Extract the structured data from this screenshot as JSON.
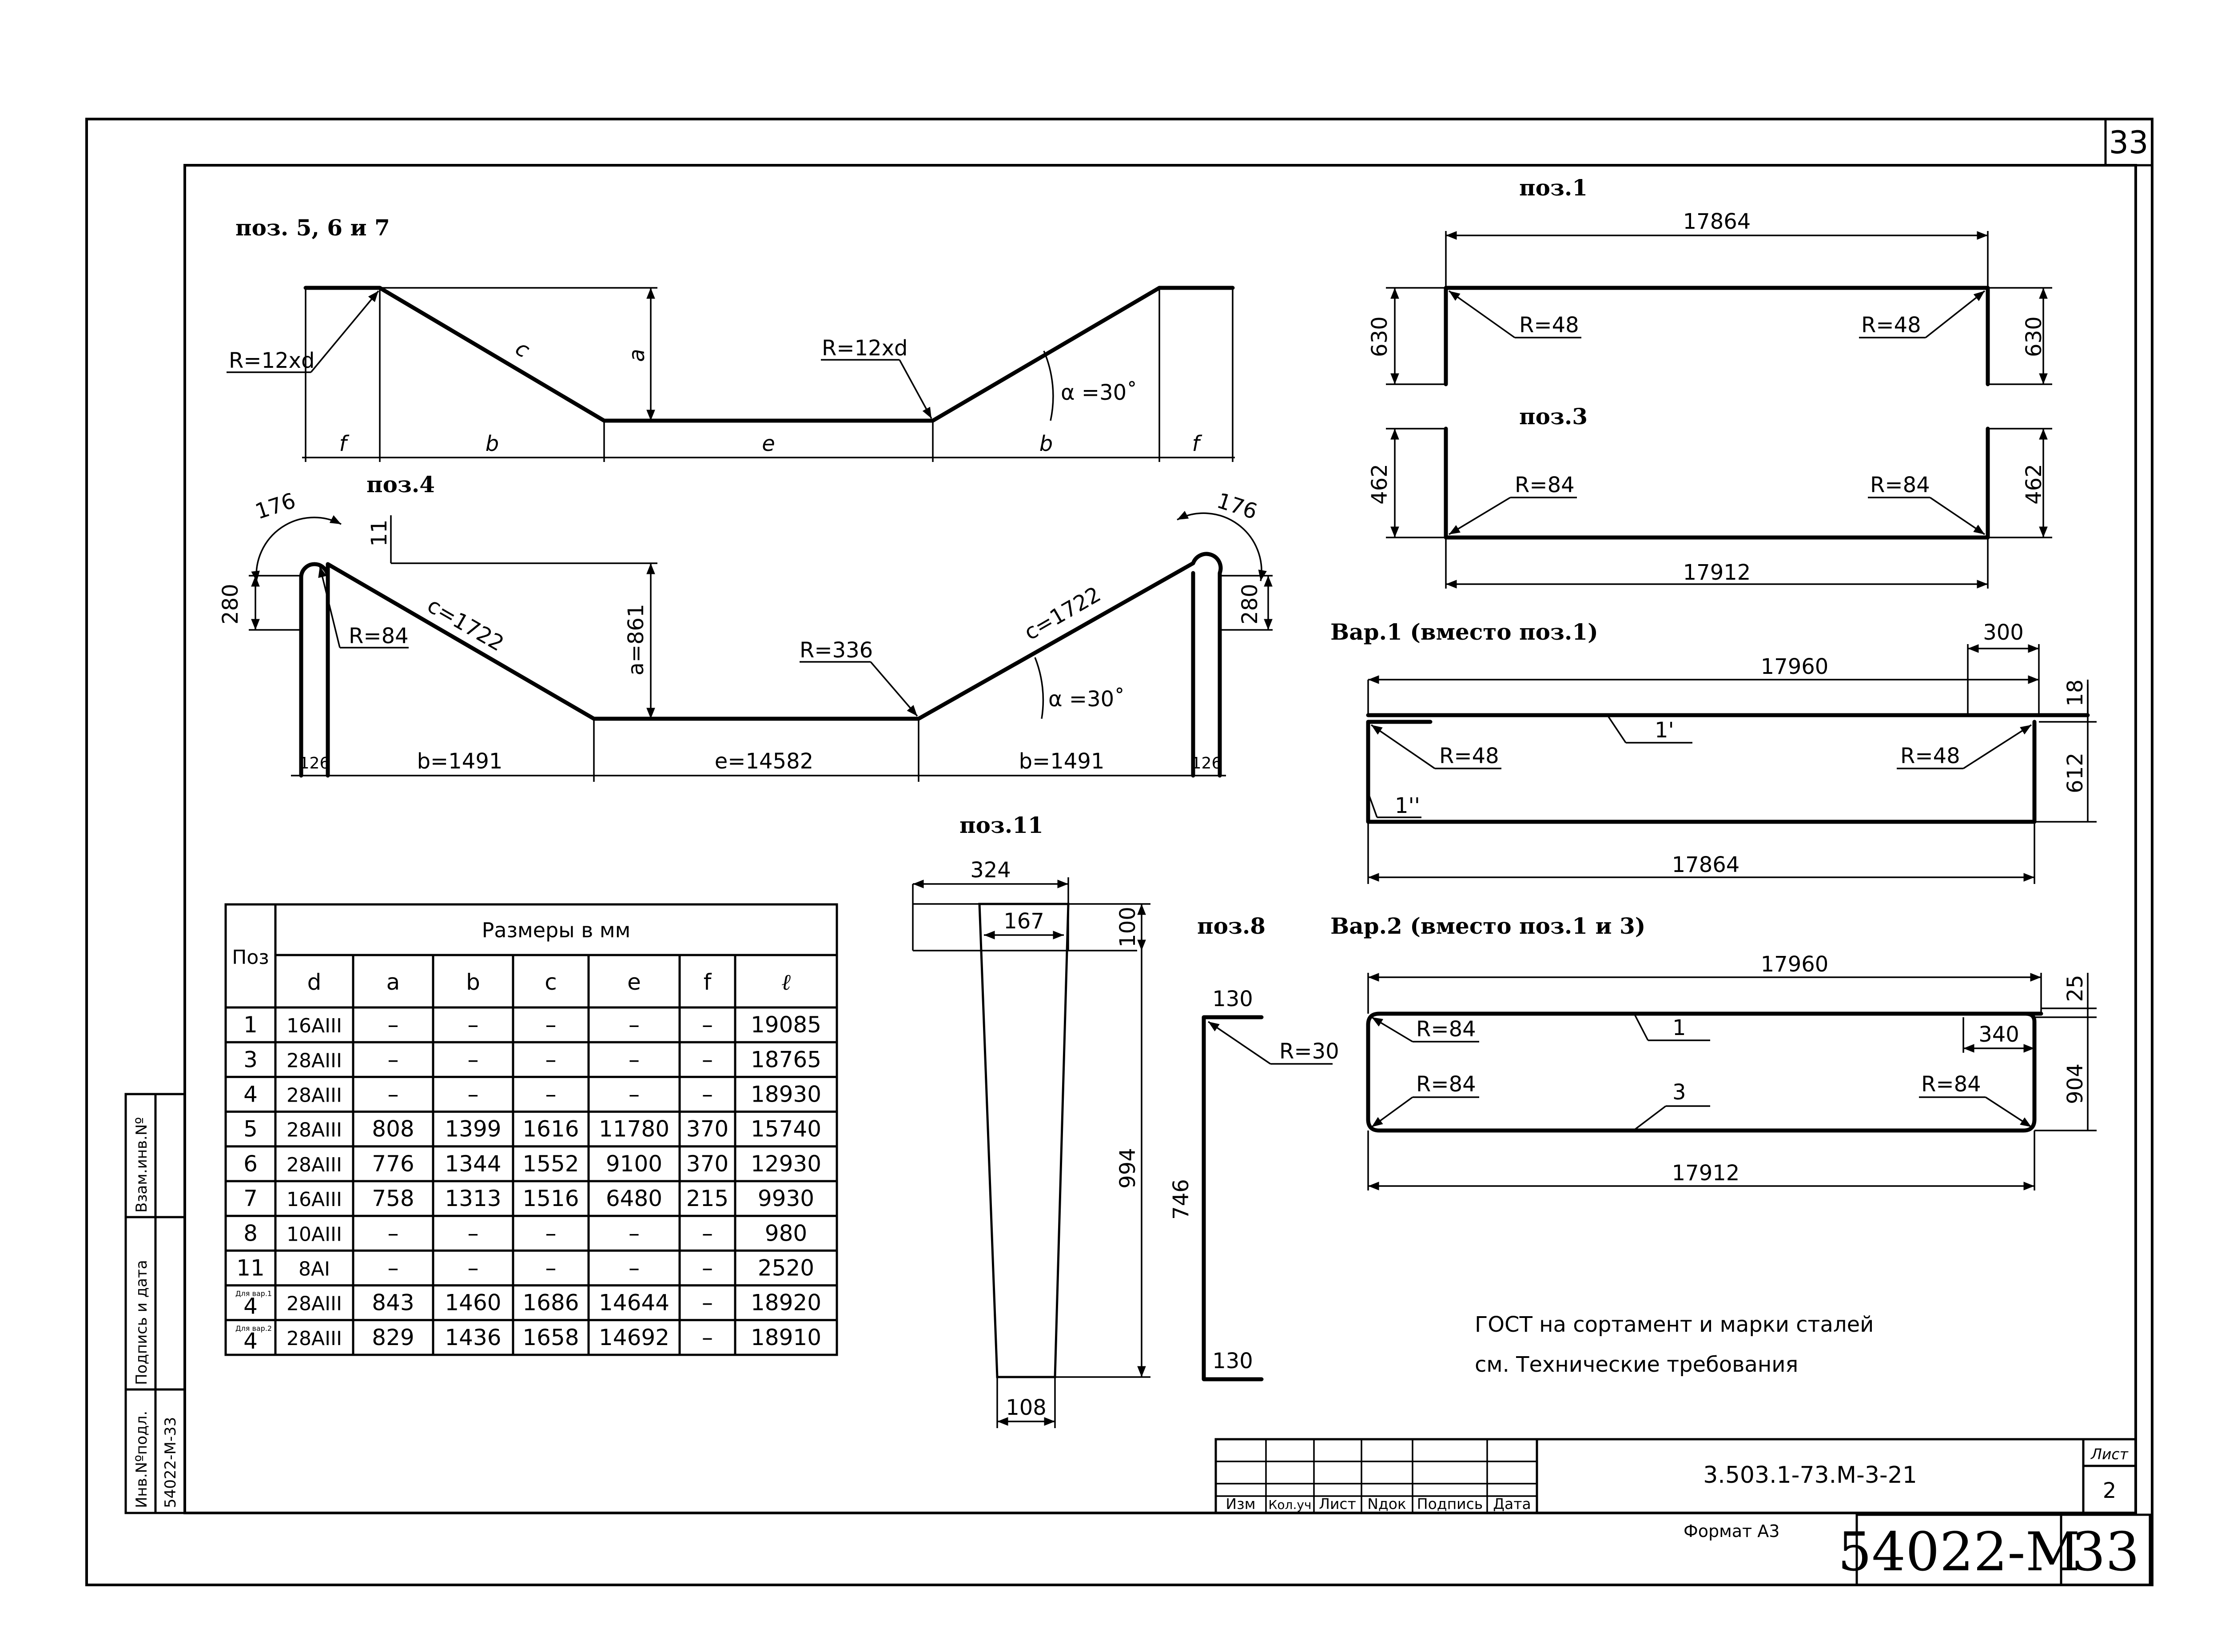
{
  "sheet": {
    "corner_number": "33",
    "format": "Формат А3",
    "archive_number": "54022-М",
    "archive_page": "33"
  },
  "stamp": {
    "code": "3.503.1-73.М-3-21",
    "sheet_label": "Лист",
    "sheet_number": "2",
    "columns": [
      "Изм",
      "Кол.уч",
      "Лист",
      "Nдок",
      "Подпись",
      "Дата"
    ]
  },
  "side_strip": {
    "labels": [
      "Инв.Nºподл.",
      "Подпись и дата",
      "Взам.инв.Nº"
    ],
    "inv_number": "54022-М-33"
  },
  "pos567": {
    "title": "поз. 5, 6 и 7",
    "r_left": "R=12xd",
    "r_mid": "R=12xd",
    "c": "c",
    "a": "a",
    "angle": "α =30˚",
    "f": "f",
    "b": "b",
    "e": "e"
  },
  "pos4": {
    "title": "поз.4",
    "hook": "176",
    "hook_h": "280",
    "gap": "11",
    "r_bend": "R=84",
    "c": "c=1722",
    "a": "a=861",
    "r_mid": "R=336",
    "angle": "α =30˚",
    "f": "126",
    "b": "b=1491",
    "e": "e=14582"
  },
  "pos1": {
    "title": "поз.1",
    "length": "17864",
    "height": "630",
    "r": "R=48"
  },
  "pos3": {
    "title": "поз.3",
    "length": "17912",
    "height": "462",
    "r": "R=84"
  },
  "var1": {
    "title": "Вар.1 (вместо поз.1)",
    "length_top": "17960",
    "overlap": "300",
    "offset": "18",
    "height": "612",
    "r": "R=48",
    "mark1": "1'",
    "mark2": "1''",
    "length_bottom": "17864"
  },
  "var2": {
    "title": "Вар.2 (вместо поз.1 и 3)",
    "length_top": "17960",
    "offset": "25",
    "overlap": "340",
    "height": "904",
    "r": "R=84",
    "mark1": "1",
    "mark3": "3",
    "length_bottom": "17912"
  },
  "pos11": {
    "title": "поз.11",
    "top": "324",
    "inner": "167",
    "top_h": "100",
    "height": "994",
    "bottom": "108"
  },
  "pos8": {
    "title": "поз.8",
    "top": "130",
    "r": "R=30",
    "height": "746",
    "bottom": "130"
  },
  "note": [
    "ГОСТ на сортамент и марки сталей",
    "см. Технические требования"
  ],
  "table": {
    "col_pos": "Поз",
    "header": "Размеры в мм",
    "columns": [
      "d",
      "a",
      "b",
      "c",
      "e",
      "f",
      "ℓ"
    ],
    "rows": [
      {
        "pos": "1",
        "d": "16AIII",
        "a": "–",
        "b": "–",
        "c": "–",
        "e": "–",
        "f": "–",
        "l": "19085"
      },
      {
        "pos": "3",
        "d": "28AIII",
        "a": "–",
        "b": "–",
        "c": "–",
        "e": "–",
        "f": "–",
        "l": "18765"
      },
      {
        "pos": "4",
        "d": "28AIII",
        "a": "–",
        "b": "–",
        "c": "–",
        "e": "–",
        "f": "–",
        "l": "18930"
      },
      {
        "pos": "5",
        "d": "28AIII",
        "a": "808",
        "b": "1399",
        "c": "1616",
        "e": "11780",
        "f": "370",
        "l": "15740"
      },
      {
        "pos": "6",
        "d": "28AIII",
        "a": "776",
        "b": "1344",
        "c": "1552",
        "e": "9100",
        "f": "370",
        "l": "12930"
      },
      {
        "pos": "7",
        "d": "16AIII",
        "a": "758",
        "b": "1313",
        "c": "1516",
        "e": "6480",
        "f": "215",
        "l": "9930"
      },
      {
        "pos": "8",
        "d": "10AIII",
        "a": "–",
        "b": "–",
        "c": "–",
        "e": "–",
        "f": "–",
        "l": "980"
      },
      {
        "pos": "11",
        "d": "8AI",
        "a": "–",
        "b": "–",
        "c": "–",
        "e": "–",
        "f": "–",
        "l": "2520"
      },
      {
        "pos_note": "Для вар.1",
        "pos": "4",
        "d": "28AIII",
        "a": "843",
        "b": "1460",
        "c": "1686",
        "e": "14644",
        "f": "–",
        "l": "18920"
      },
      {
        "pos_note": "Для вар.2",
        "pos": "4",
        "d": "28AIII",
        "a": "829",
        "b": "1436",
        "c": "1658",
        "e": "14692",
        "f": "–",
        "l": "18910"
      }
    ]
  }
}
